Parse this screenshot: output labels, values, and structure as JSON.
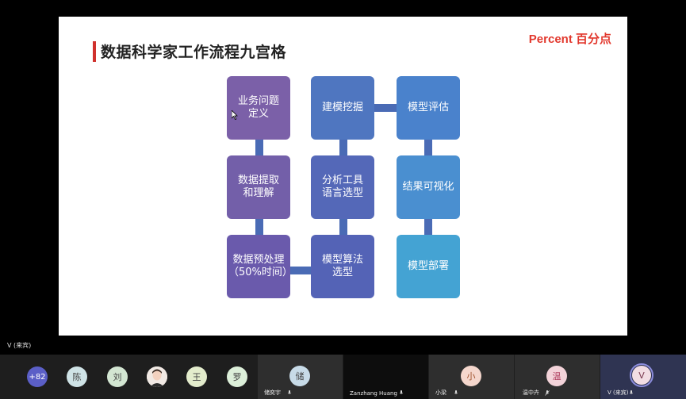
{
  "slide": {
    "title": "数据科学家工作流程九宫格",
    "logo": "Percent 百分点",
    "colors": {
      "accent_bar": "#d0312d",
      "logo": "#e2382d",
      "connector": "#4a6bb5"
    },
    "grid": [
      {
        "text": "业务问题\n定义",
        "color": "#7b60a8"
      },
      {
        "text": "建模挖掘",
        "color": "#4f76c0"
      },
      {
        "text": "模型评估",
        "color": "#4a82cc"
      },
      {
        "text": "数据提取\n和理解",
        "color": "#735fa9"
      },
      {
        "text": "分析工具\n语言选型",
        "color": "#5468b8"
      },
      {
        "text": "结果可视化",
        "color": "#4a8fd0"
      },
      {
        "text": "数据预处理\n（50%时间）",
        "color": "#6a5aac"
      },
      {
        "text": "模型算法\n选型",
        "color": "#5463b6"
      },
      {
        "text": "模型部署",
        "color": "#44a3d3"
      }
    ]
  },
  "presenter_caption": "V (来宾)",
  "participants": {
    "more_count": "+82",
    "circles": [
      {
        "label": "陈",
        "bg": "#cfe3e6"
      },
      {
        "label": "刘",
        "bg": "#d3e6d2"
      },
      {
        "label": "",
        "bg": "#f1e9e4",
        "icon": "photo-avatar"
      },
      {
        "label": "王",
        "bg": "#e3eccc"
      },
      {
        "label": "罗",
        "bg": "#dcefd9"
      }
    ],
    "tiles": [
      {
        "initial": "储",
        "name": "储奕宇",
        "bg": "#c8dbe8",
        "mic": "mic-icon"
      },
      {
        "initial": "",
        "name": "Zanzhang Huang",
        "bg": "",
        "mic": "mic-icon"
      },
      {
        "initial": "小",
        "name": "小梁",
        "bg": "#f5d7cd",
        "mic": "mic-icon"
      },
      {
        "initial": "温",
        "name": "温中卉",
        "bg": "#f3d3d9",
        "mic": "mic-muted-icon"
      },
      {
        "initial": "V",
        "name": "V (来宾)",
        "bg": "#f2dde3",
        "mic": "mic-icon",
        "active_speaker": true
      }
    ]
  }
}
